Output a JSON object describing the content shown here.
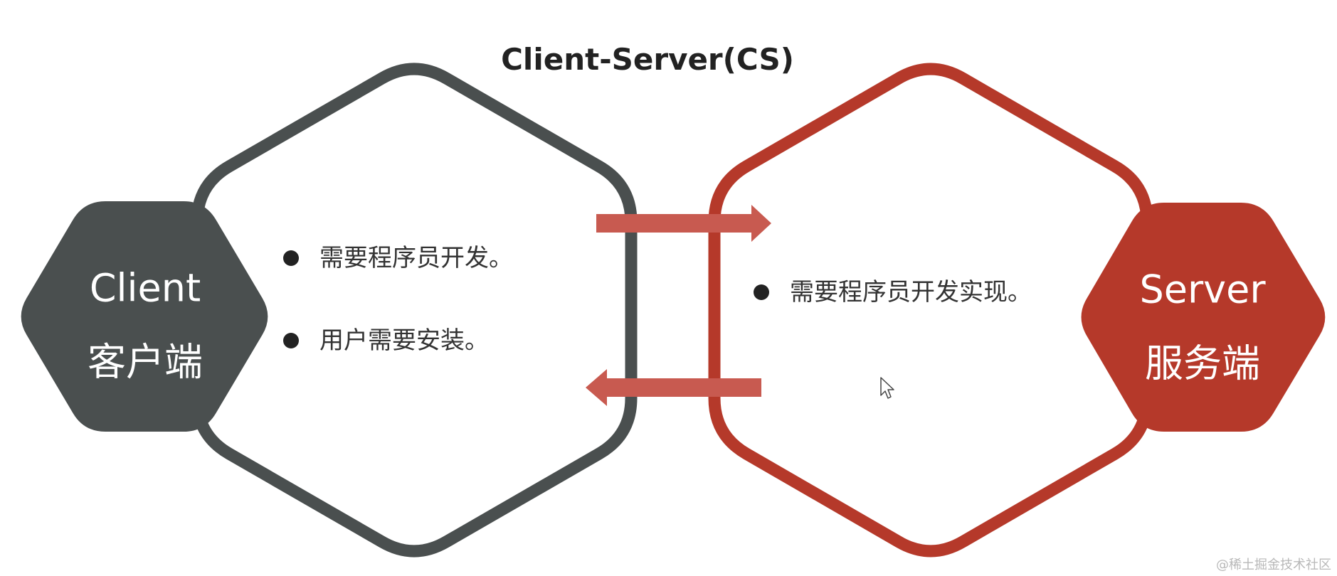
{
  "title": "Client-Server(CS)",
  "client": {
    "name": "Client",
    "label_cn": "客户端",
    "bullets": [
      "需要程序员开发。",
      "用户需要安装。"
    ]
  },
  "server": {
    "name": "Server",
    "label_cn": "服务端",
    "bullets": [
      "需要程序员开发实现。"
    ]
  },
  "arrows": {
    "top_direction": "client-to-server",
    "bottom_direction": "server-to-client"
  },
  "colors": {
    "client": "#4a4f4f",
    "server": "#b5392a",
    "arrow": "#c85a50",
    "bullet": "#222222",
    "text": "#333333"
  },
  "icons": {
    "bullet": "filled-circle-icon",
    "cursor": "mouse-pointer-icon"
  },
  "watermark": "@稀土掘金技术社区"
}
